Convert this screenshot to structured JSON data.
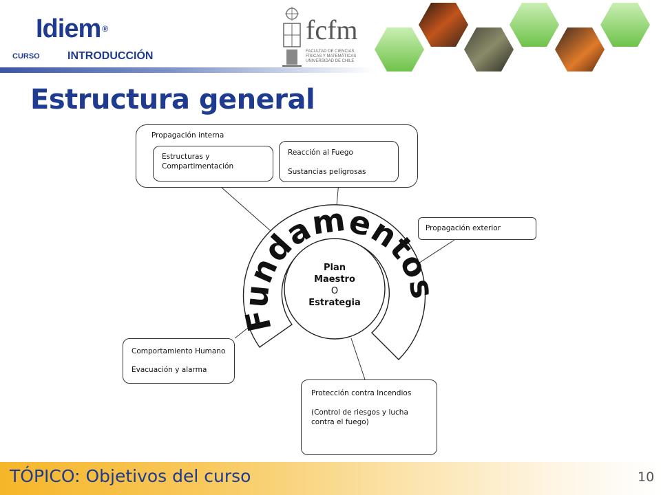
{
  "header": {
    "logo_text": "Idiem",
    "logo_reg": "®",
    "curso_label": "CURSO",
    "section_label": "INTRODUCCIÓN",
    "partner_logo_text": "fcfm",
    "partner_subtitle": "FACULTAD DE CIENCIAS FÍSICAS Y MATEMÁTICAS UNIVERSIDAD DE CHILE"
  },
  "slide": {
    "title": "Estructura general"
  },
  "diagram": {
    "arc_label": "Fundamentos",
    "center": {
      "line1": "Plan",
      "line2": "Maestro",
      "line3": "O",
      "line4": "Estrategia"
    },
    "boxes": {
      "propagacion_interna": "Propagación interna",
      "estructuras": "Estructuras y Compartimentación",
      "reaccion": "Reacción al Fuego",
      "sustancias": "Sustancias peligrosas",
      "propagacion_exterior": "Propagación exterior",
      "comportamiento": "Comportamiento Humano",
      "evacuacion": "Evacuación y alarma",
      "proteccion": "Protección contra Incendios",
      "proteccion_detalle": "(Control de riesgos y lucha contra el fuego)"
    }
  },
  "footer": {
    "topic": "TÓPICO: Objetivos del curso",
    "page_number": "10"
  },
  "colors": {
    "brand_blue": "#1f3b8f",
    "hex_green": "#8fd46a",
    "footer_orange": "#f6b629"
  },
  "icons": [
    "university-crest-icon",
    "hexagon-photo-icon"
  ]
}
